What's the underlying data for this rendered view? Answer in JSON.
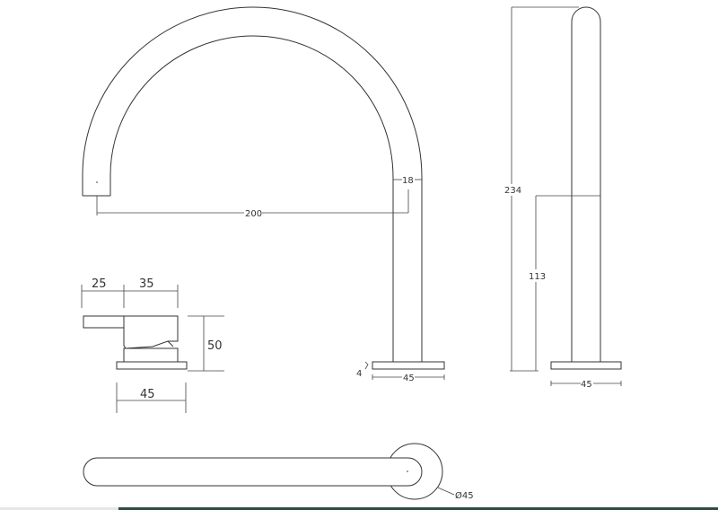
{
  "drawing": {
    "type": "technical-drawing",
    "subject": "gooseneck spout and mixer handle dimensions",
    "views": {
      "spout_front": {
        "reach_label": "200",
        "pipe_diameter_label": "18",
        "base_thickness_label": "4",
        "base_width_label": "45"
      },
      "spout_side": {
        "total_height_label": "234",
        "mid_height_label": "113",
        "base_width_label": "45"
      },
      "mixer_handle": {
        "lever_length_label": "25",
        "body_width_label": "35",
        "height_label": "50",
        "base_width_label": "45"
      },
      "top_view": {
        "base_diameter_label": "Ø45"
      }
    }
  },
  "colors": {
    "line": "#333333",
    "background": "#ffffff",
    "bottom_strip_light": "#e6e6e6",
    "bottom_strip_dark": "#2f4a44"
  }
}
